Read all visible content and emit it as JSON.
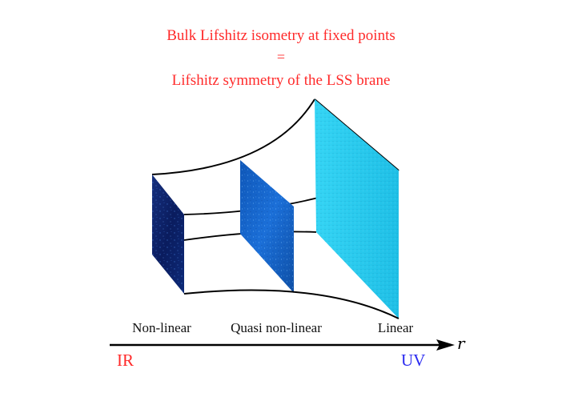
{
  "title": {
    "line1": "Bulk Lifshitz isometry at fixed points",
    "equals": "=",
    "line2": "Lifshitz symmetry of the LSS brane"
  },
  "regimes": {
    "nonlinear": "Non-linear",
    "quasi": "Quasi non-linear",
    "linear": "Linear"
  },
  "axis": {
    "ir": "IR",
    "uv": "UV",
    "variable": "r"
  },
  "colors": {
    "title": "#ff2a2a",
    "ir": "#ff2a2a",
    "uv": "#2a2af0",
    "panel_nonlinear": "#0a1f6e",
    "panel_quasi": "#1560c8",
    "panel_linear": "#22c4ea"
  }
}
